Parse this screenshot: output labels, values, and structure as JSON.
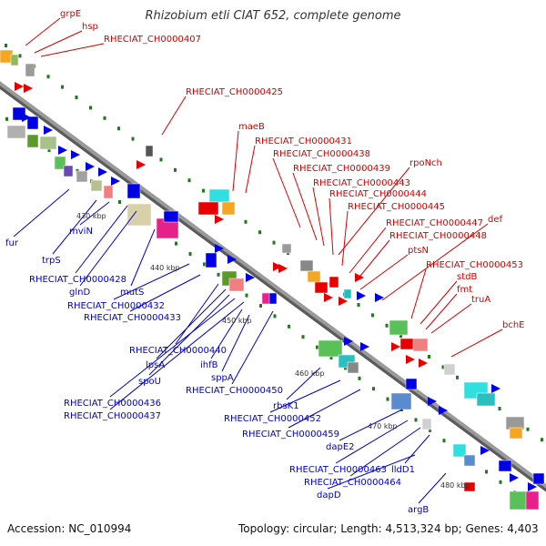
{
  "title": "Rhizobium etli CIAT 652, complete genome",
  "footer": {
    "accession": "Accession: NC_010994",
    "summary": "Topology: circular; Length: 4,513,324 bp; Genes: 4,403"
  },
  "colors": {
    "backbone": "#8a8a8a",
    "forward_label": "#d40000",
    "reverse_label": "#0000c8",
    "tick": "#1f7a1f"
  },
  "scale_labels": [
    "430 kbp",
    "440 kbp",
    "450 kbp",
    "460 kbp",
    "470 kbp",
    "480 kbp"
  ],
  "forward_labels": [
    "grpE",
    "hsp",
    "RHECIAT_CH0000407",
    "RHECIAT_CH0000425",
    "maeB",
    "RHECIAT_CH0000431",
    "RHECIAT_CH0000438",
    "RHECIAT_CH0000439",
    "rpoNch",
    "RHECIAT_CH0000443",
    "RHECIAT_CH0000444",
    "RHECIAT_CH0000445",
    "RHECIAT_CH0000447",
    "def",
    "RHECIAT_CH0000448",
    "ptsN",
    "RHECIAT_CH0000453",
    "stdB",
    "fmt",
    "truA",
    "bchE"
  ],
  "reverse_labels": [
    "fur",
    "trpS",
    "mviN",
    "RHECIAT_CH0000428",
    "glnD",
    "mutS",
    "RHECIAT_CH0000432",
    "RHECIAT_CH0000433",
    "RHECIAT_CH0000440",
    "lpsA",
    "spoU",
    "RHECIAT_CH0000436",
    "RHECIAT_CH0000437",
    "ihfB",
    "sppA",
    "RHECIAT_CH0000450",
    "rbsK1",
    "RHECIAT_CH0000452",
    "RHECIAT_CH0000459",
    "dapE2",
    "RHECIAT_CH0000463",
    "RHECIAT_CH0000464",
    "lldD1",
    "dapD",
    "argB"
  ]
}
